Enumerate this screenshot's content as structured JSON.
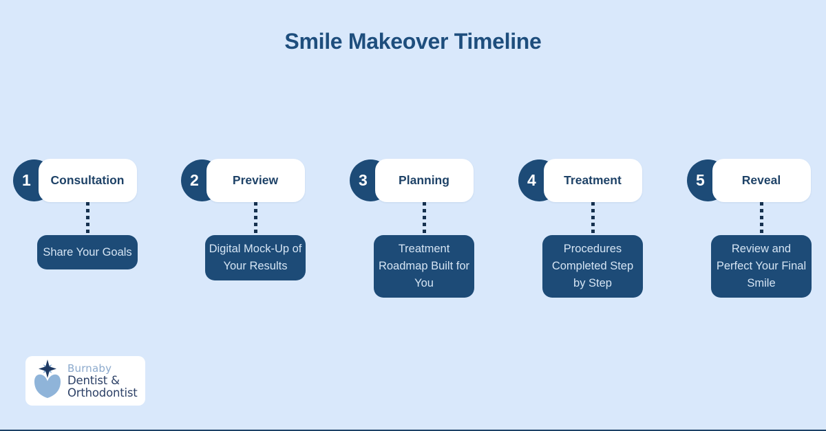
{
  "title": "Smile Makeover Timeline",
  "steps": [
    {
      "number": "1",
      "label": "Consultation",
      "description": "Share Your Goals"
    },
    {
      "number": "2",
      "label": "Preview",
      "description": "Digital Mock-Up of Your Results"
    },
    {
      "number": "3",
      "label": "Planning",
      "description": "Treatment Roadmap Built for You"
    },
    {
      "number": "4",
      "label": "Treatment",
      "description": "Procedures Completed Step by Step"
    },
    {
      "number": "5",
      "label": "Reveal",
      "description": "Review and Perfect Your Final Smile"
    }
  ],
  "logo": {
    "line1": "Burnaby",
    "line2": "Dentist &",
    "line3": "Orthodontist",
    "icon": "tooth-compass-star-icon"
  },
  "colors": {
    "background": "#d9e8fb",
    "navy_shapes": "#1d4b77",
    "title_text": "#1e4e7d",
    "box_text": "#d6e5f4",
    "connector_dots": "#16314f",
    "logo_light_blue": "#8fb4d9",
    "logo_dark_blue": "#2c4066"
  }
}
